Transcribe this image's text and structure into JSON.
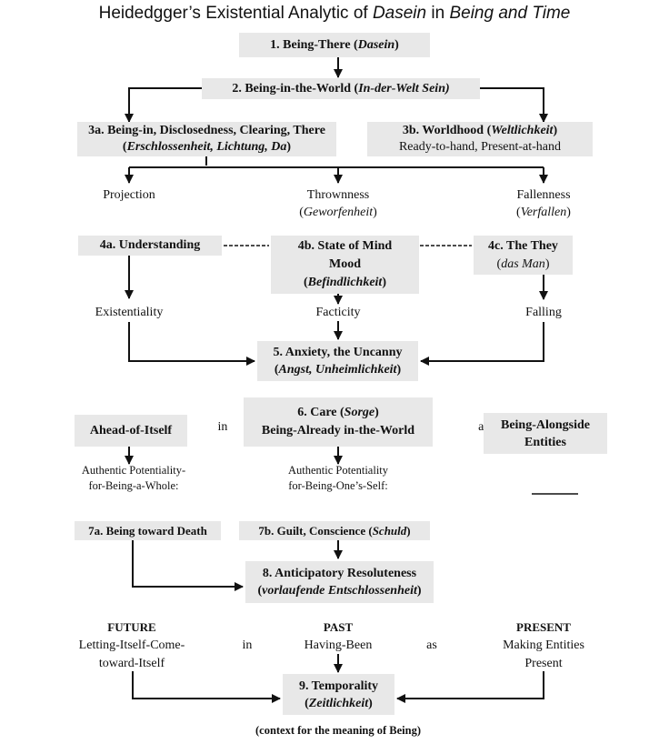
{
  "title": {
    "pre": "Heidedgger’s Existential Analytic of ",
    "dasein": "Dasein",
    "mid": " in ",
    "bt": "Being and Time"
  },
  "n1": {
    "label": "1. Being-There (",
    "it": "Dasein",
    "end": ")"
  },
  "n2": {
    "label": "2. Being-in-the-World (",
    "it": "In-der-Welt Sein)"
  },
  "n3a": {
    "line1": "3a. Being-in, Disclosedness, Clearing, There",
    "open": "(",
    "it": "Erschlossenheit, Lichtung, Da",
    "close": ")"
  },
  "n3b": {
    "line1a": "3b. Worldhood (",
    "it": "Weltlichkeit",
    "close": ")",
    "line2": "Ready-to-hand, Present-at-hand"
  },
  "projection": "Projection",
  "thrownness": {
    "line1": "Thrownness",
    "open": "(",
    "it": "Geworfenheit",
    "close": ")"
  },
  "fallenness": {
    "line1": "Fallenness",
    "open": "(",
    "it": "Verfallen",
    "close": ")"
  },
  "n4a": "4a. Understanding",
  "n4b": {
    "line1": "4b. State of Mind",
    "line2": "Mood",
    "open": "(",
    "it": "Befindlichkeit",
    "close": ")"
  },
  "n4c": {
    "line1": "4c. The They",
    "open": "(",
    "it": "das Man",
    "close": ")"
  },
  "existentiality": "Existentiality",
  "facticity": "Facticity",
  "falling": "Falling",
  "n5": {
    "line1": "5. Anxiety, the Uncanny",
    "open": "(",
    "it": "Angst, Unheimlichkeit",
    "close": ")"
  },
  "ahead": "Ahead-of-Itself",
  "in1": "in",
  "n6": {
    "line1a": "6. Care (",
    "it": "Sorge",
    "close": ")",
    "line2": "Being-Already in-the-World"
  },
  "as1": "as",
  "alongside": {
    "line1": "Being-Alongside",
    "line2": "Entities"
  },
  "auth1": {
    "line1": "Authentic Potentiality-",
    "line2": "for-Being-a-Whole:"
  },
  "auth2": {
    "line1": "Authentic Potentiality",
    "line2": "for-Being-One’s-Self:"
  },
  "n7a": "7a. Being toward Death",
  "n7b": {
    "label": "7b. Guilt, Conscience (",
    "it": "Schuld",
    "close": ")"
  },
  "n8": {
    "line1": "8. Anticipatory Resoluteness",
    "open": "(",
    "it": "vorlaufende Entschlossenheit",
    "close": ")"
  },
  "future": {
    "head": "FUTURE",
    "line1": "Letting-Itself-Come-",
    "line2": "toward-Itself"
  },
  "in2": "in",
  "past": {
    "head": "PAST",
    "line1": "Having-Been"
  },
  "as2": "as",
  "present": {
    "head": "PRESENT",
    "line1": "Making Entities",
    "line2": "Present"
  },
  "n9": {
    "line1": "9. Temporality",
    "open": "(",
    "it": "Zeitlichkeit",
    "close": ")"
  },
  "context": "(context for the meaning of Being)",
  "colors": {
    "box": "#e8e8e8",
    "line": "#111111"
  }
}
